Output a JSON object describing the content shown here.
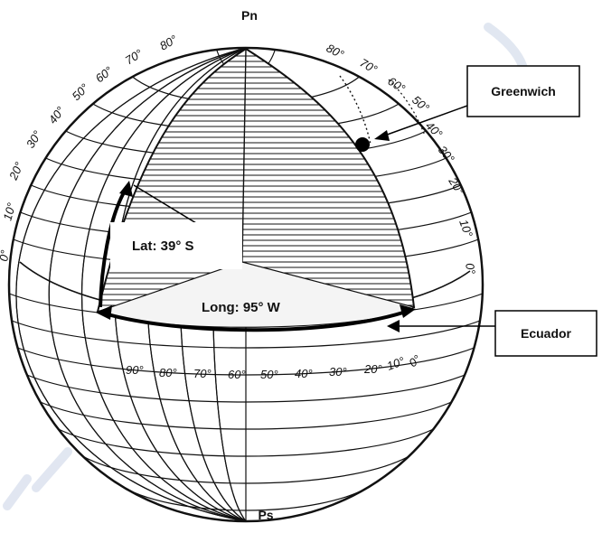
{
  "poles": {
    "north": "Pn",
    "south": "Ps"
  },
  "callouts": {
    "greenwich": "Greenwich",
    "ecuador": "Ecuador"
  },
  "labels": {
    "latitude": "Lat: 39° S",
    "longitude": "Long: 95° W"
  },
  "latitude_scale_left": [
    "80°",
    "70°",
    "60°",
    "50°",
    "40°",
    "30°",
    "20°",
    "10°",
    "0°"
  ],
  "latitude_scale_right": [
    "80°",
    "70°",
    "60°",
    "50°",
    "40°",
    "30°",
    "20°",
    "10°",
    "0°"
  ],
  "longitude_scale": [
    "90°",
    "80°",
    "70°",
    "60°",
    "50°",
    "40°",
    "30°",
    "20°",
    "10°",
    "0°"
  ],
  "colors": {
    "ink": "#111111",
    "cutaway_fill": "#ffffff",
    "plane_fill": "#f4f4f4",
    "watermark": "#c9d3e6"
  }
}
